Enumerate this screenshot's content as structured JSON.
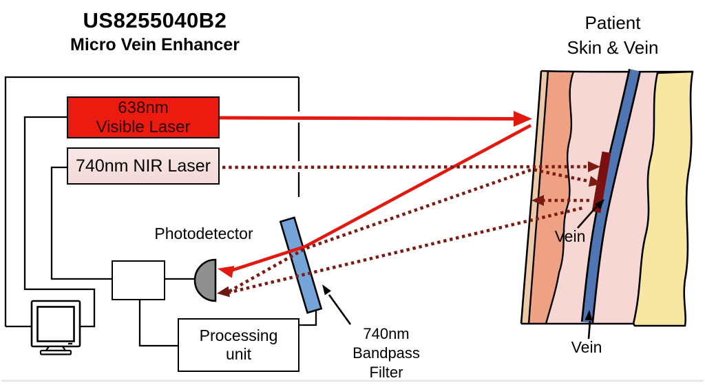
{
  "header": {
    "patent_number": "US8255040B2",
    "device_name": "Micro Vein Enhancer"
  },
  "patient_panel": {
    "title_line1": "Patient",
    "title_line2": "Skin & Vein",
    "vein_label_upper": "Vein",
    "vein_label_lower": "Vein"
  },
  "device": {
    "visible_laser_wavelength": "638nm",
    "visible_laser_name": "Visible Laser",
    "nir_laser_label": "740nm NIR Laser",
    "photodetector_label": "Photodetector",
    "processing_unit_line1": "Processing",
    "processing_unit_line2": "unit",
    "filter_label_line1": "740nm",
    "filter_label_line2": "Bandpass",
    "filter_label_line3": "Filter"
  },
  "colors": {
    "laser_red": "#e2190f",
    "nir_beam_maroon": "#7b1b12",
    "filter_blue": "#74a4d8",
    "vein_blue": "#4f76b2",
    "vein_dark_red": "#7a100f",
    "detector_gray": "#8f8f8f",
    "skin_epidermis_tan": "#eec9a7",
    "skin_dermis_salmon": "#efa184",
    "skin_subcutis_pink": "#f6d7d3",
    "skin_fat_yellow": "#f8e6a3"
  }
}
